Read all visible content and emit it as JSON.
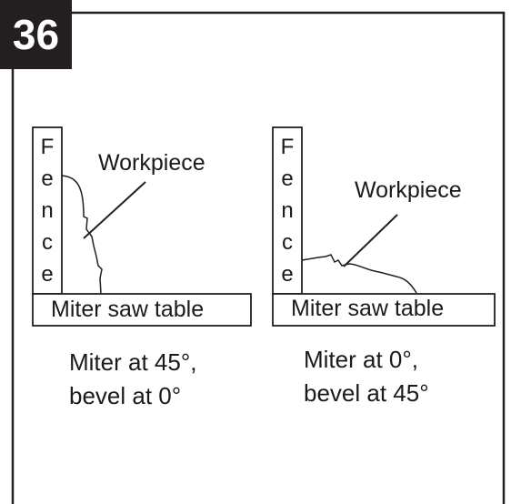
{
  "step_number": "36",
  "left_panel": {
    "fence_letters": [
      "F",
      "e",
      "n",
      "c",
      "e"
    ],
    "workpiece_label": "Workpiece",
    "table_label": "Miter saw table",
    "caption": [
      "Miter at 45°,",
      "bevel at 0°"
    ]
  },
  "right_panel": {
    "fence_letters": [
      "F",
      "e",
      "n",
      "c",
      "e"
    ],
    "workpiece_label": "Workpiece",
    "table_label": "Miter saw table",
    "caption": [
      "Miter at 0°,",
      "bevel at 45°"
    ]
  }
}
